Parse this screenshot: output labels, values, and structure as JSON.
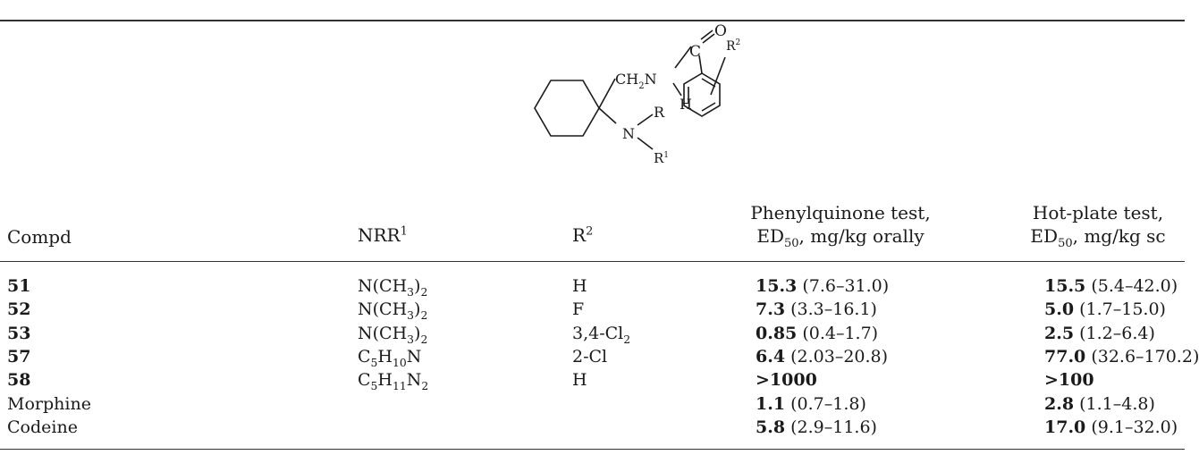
{
  "structure": {
    "atoms": {
      "oxygen": "O",
      "r2": "R",
      "r2_sup": "2",
      "carbon": "C",
      "ch2n": "CH",
      "ch2n_sub": "2",
      "ch2n_n": "N",
      "hydrogen": "H",
      "r": "R",
      "nitrogen": "N",
      "r1": "R",
      "r1_sup": "1"
    }
  },
  "table": {
    "headers": {
      "compd": "Compd",
      "nrr_base": "NRR",
      "nrr_sup": "1",
      "r2_base": "R",
      "r2_sup": "2",
      "phenyl_line1": "Phenylquinone test,",
      "phenyl_ed": "ED",
      "phenyl_ed_sub": "50",
      "phenyl_line2_rest": ", mg/kg orally",
      "hot_line1": "Hot-plate test,",
      "hot_ed": "ED",
      "hot_ed_sub": "50",
      "hot_line2_rest": ", mg/kg sc"
    },
    "rows": [
      {
        "compd": "51",
        "nrr": [
          {
            "t": "N(CH"
          },
          {
            "t": "3",
            "sub": true
          },
          {
            "t": ")"
          },
          {
            "t": "2",
            "sub": true
          }
        ],
        "r2": [
          {
            "t": "H"
          }
        ],
        "phenyl": {
          "value": "15.3",
          "range": "(7.6–31.0)"
        },
        "hot": {
          "value": "15.5",
          "range": "(5.4–42.0)"
        }
      },
      {
        "compd": "52",
        "nrr": [
          {
            "t": "N(CH"
          },
          {
            "t": "3",
            "sub": true
          },
          {
            "t": ")"
          },
          {
            "t": "2",
            "sub": true
          }
        ],
        "r2": [
          {
            "t": "F"
          }
        ],
        "phenyl": {
          "value": "7.3",
          "range": "(3.3–16.1)"
        },
        "hot": {
          "value": "5.0",
          "range": "(1.7–15.0)"
        }
      },
      {
        "compd": "53",
        "nrr": [
          {
            "t": "N(CH"
          },
          {
            "t": "3",
            "sub": true
          },
          {
            "t": ")"
          },
          {
            "t": "2",
            "sub": true
          }
        ],
        "r2": [
          {
            "t": "3,4-Cl"
          },
          {
            "t": "2",
            "sub": true
          }
        ],
        "phenyl": {
          "value": "0.85",
          "range": "(0.4–1.7)"
        },
        "hot": {
          "value": "2.5",
          "range": "(1.2–6.4)"
        }
      },
      {
        "compd": "57",
        "nrr": [
          {
            "t": "C"
          },
          {
            "t": "5",
            "sub": true
          },
          {
            "t": "H"
          },
          {
            "t": "10",
            "sub": true
          },
          {
            "t": "N"
          }
        ],
        "r2": [
          {
            "t": "2-Cl"
          }
        ],
        "phenyl": {
          "value": "6.4",
          "range": "(2.03–20.8)"
        },
        "hot": {
          "value": "77.0",
          "range": "(32.6–170.2)"
        }
      },
      {
        "compd": "58",
        "nrr": [
          {
            "t": "C"
          },
          {
            "t": "5",
            "sub": true
          },
          {
            "t": "H"
          },
          {
            "t": "11",
            "sub": true
          },
          {
            "t": "N"
          },
          {
            "t": "2",
            "sub": true
          }
        ],
        "r2": [
          {
            "t": "H"
          }
        ],
        "phenyl": {
          "value": ">1000",
          "range": ""
        },
        "hot": {
          "value": ">100",
          "range": ""
        }
      },
      {
        "compd": "Morphine",
        "nrr": [],
        "r2": [],
        "phenyl": {
          "value": "1.1",
          "range": "(0.7–1.8)"
        },
        "hot": {
          "value": "2.8",
          "range": "(1.1–4.8)"
        }
      },
      {
        "compd": "Codeine",
        "nrr": [],
        "r2": [],
        "phenyl": {
          "value": "5.8",
          "range": "(2.9–11.6)"
        },
        "hot": {
          "value": "17.0",
          "range": "(9.1–32.0)"
        }
      }
    ]
  }
}
